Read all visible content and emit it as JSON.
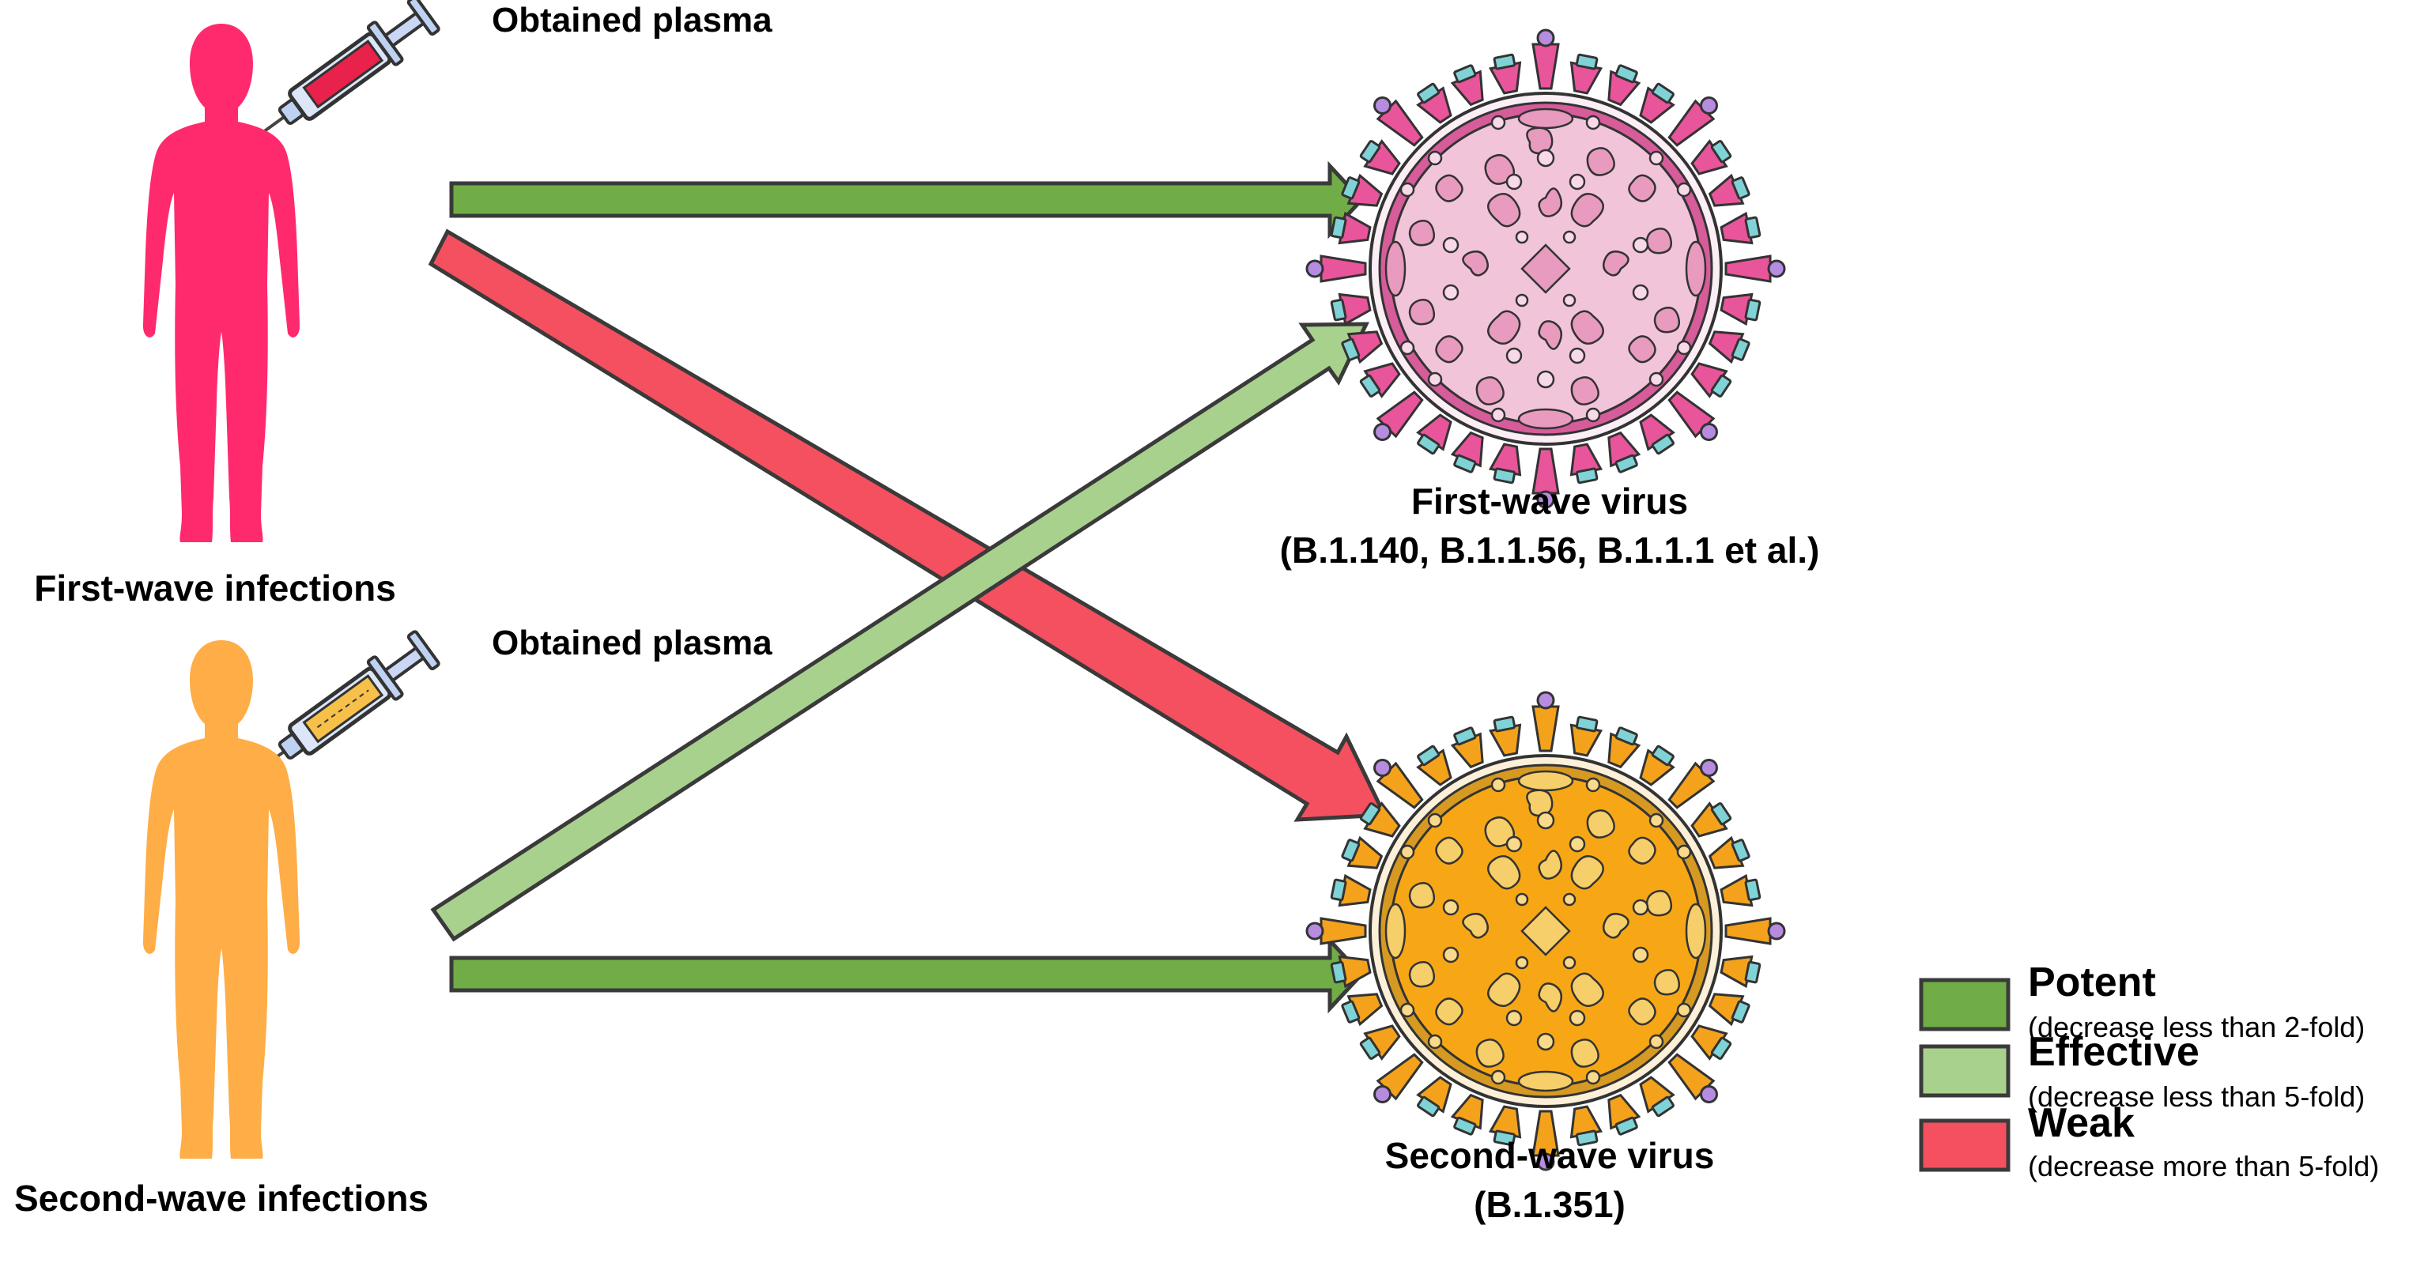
{
  "hosts": {
    "first": {
      "label": "First-wave infections",
      "plasma_label": "Obtained plasma"
    },
    "second": {
      "label": "Second-wave infections",
      "plasma_label": "Obtained plasma"
    }
  },
  "viruses": {
    "first": {
      "title": "First-wave virus",
      "lineages": "(B.1.140, B.1.1.56, B.1.1.1 et al.)"
    },
    "second": {
      "title": "Second-wave virus",
      "lineages": "(B.1.351)"
    }
  },
  "legend": [
    {
      "key": "potent",
      "title": "Potent",
      "desc": "(decrease less than 2-fold)",
      "color": "#70AD47"
    },
    {
      "key": "effective",
      "title": "Effective",
      "desc": "(decrease less than 5-fold)",
      "color": "#A9D18E"
    },
    {
      "key": "weak",
      "title": "Weak",
      "desc": "(decrease more than 5-fold)",
      "color": "#F4505F"
    }
  ],
  "colors": {
    "first_host": "#FF2A6D",
    "second_host": "#FFAD47",
    "first_virus": "#E8559A",
    "first_virus_core": "#F2C4DA",
    "second_virus": "#F4A21C",
    "second_virus_core": "#F7A715",
    "arrow_outline": "#3A3A3A"
  },
  "links": [
    {
      "from": "first-wave-infections",
      "to": "first-wave-virus",
      "strength": "potent"
    },
    {
      "from": "first-wave-infections",
      "to": "second-wave-virus",
      "strength": "weak"
    },
    {
      "from": "second-wave-infections",
      "to": "first-wave-virus",
      "strength": "effective"
    },
    {
      "from": "second-wave-infections",
      "to": "second-wave-virus",
      "strength": "potent"
    }
  ]
}
